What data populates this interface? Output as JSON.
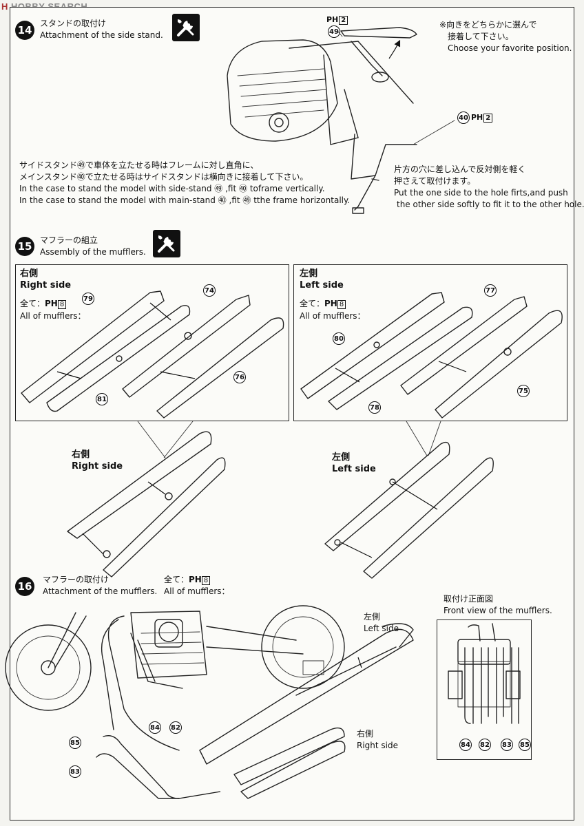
{
  "watermark": {
    "logo": "H",
    "text": "HOBBY SEARCH"
  },
  "step14": {
    "number": "14",
    "title_jp": "スタンドの取付け",
    "title_en": "Attachment of the side stand.",
    "tool_icon": "wrench-screwdriver-icon",
    "note_jp_1": "※向きをどちらかに選んで",
    "note_jp_2": "接着して下さい。",
    "note_en": "Choose your favorite position.",
    "part_49": "49",
    "part_40": "40",
    "paint_49": {
      "label": "PH",
      "code": "2"
    },
    "paint_40": {
      "label": "PH",
      "code": "2"
    },
    "instr_jp_1": "サイドスタンド㊾で車体を立たせる時はフレームに対し直角に、",
    "instr_jp_2": "メインスタンド㊵で立たせる時はサイドスタンドは横向きに接着して下さい。",
    "instr_en_1": "In the case to stand the model with side-stand ㊾ ,fit ㊵ toframe vertically.",
    "instr_en_2": "In the case to stand the model with main-stand ㊵ ,fit ㊾ tthe frame horizontally.",
    "fit_jp_1": "片方の穴に差し込んで反対側を軽く",
    "fit_jp_2": "押さえて取付けます。",
    "fit_en_1": "Put the one side to the hole firts,and push",
    "fit_en_2": "the other side softly to fit it to the other hole."
  },
  "step15": {
    "number": "15",
    "title_jp": "マフラーの組立",
    "title_en": "Assembly of the mufflers.",
    "tool_icon": "wrench-screwdriver-icon",
    "right_box": {
      "title_jp": "右側",
      "title_en": "Right side",
      "paint_jp": "全て：",
      "paint": {
        "label": "PH",
        "code": "8"
      },
      "paint_en": "All of mufflers：",
      "parts": [
        "79",
        "74",
        "81",
        "76"
      ]
    },
    "left_box": {
      "title_jp": "左側",
      "title_en": "Left side",
      "paint_jp": "全て：",
      "paint": {
        "label": "PH",
        "code": "8"
      },
      "paint_en": "All of mufflers：",
      "parts": [
        "80",
        "77",
        "78",
        "75"
      ]
    },
    "right_result": {
      "title_jp": "右側",
      "title_en": "Right side"
    },
    "left_result": {
      "title_jp": "左側",
      "title_en": "Left side"
    }
  },
  "step16": {
    "number": "16",
    "title_jp": "マフラーの取付け",
    "title_en": "Attachment of the mufflers.",
    "paint_jp": "全て：",
    "paint": {
      "label": "PH",
      "code": "8"
    },
    "paint_en": "All of mufflers：",
    "left_side_jp": "左側",
    "left_side_en": "Left side",
    "right_side_jp": "右側",
    "right_side_en": "Right side",
    "parts": [
      "84",
      "82",
      "85",
      "83"
    ],
    "front_view": {
      "title_jp": "取付け正面図",
      "title_en": "Front view of the mufflers.",
      "parts": [
        "84",
        "82",
        "83",
        "85"
      ]
    }
  }
}
